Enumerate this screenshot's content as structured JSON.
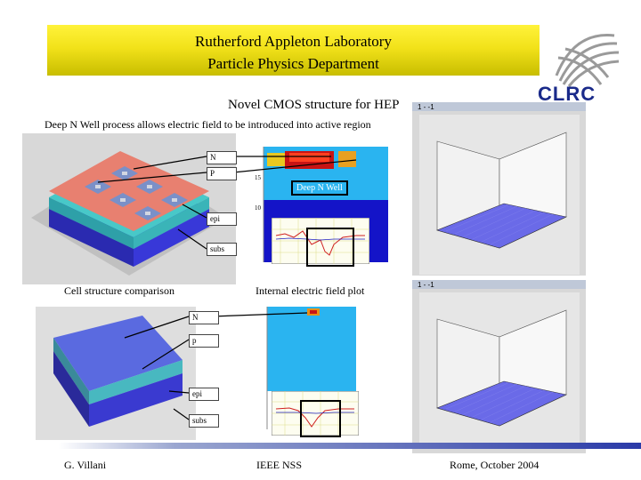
{
  "header": {
    "line1": "Rutherford Appleton Laboratory",
    "line2": "Particle Physics Department"
  },
  "logo": {
    "text": "CLRC",
    "icon": "clrc-globe-logo"
  },
  "slide": {
    "title": "Novel CMOS structure for HEP",
    "note": "Deep N Well process allows electric field to be introduced into active region"
  },
  "top_panel": {
    "layer_labels": [
      "N",
      "P",
      "epi",
      "subs"
    ],
    "deep_well_label": "Deep N Well",
    "axis_ticks": [
      "15",
      "10"
    ],
    "plot_title": "1 - -1"
  },
  "bottom_panel": {
    "layer_labels": [
      "N",
      "p",
      "epi",
      "subs"
    ],
    "plot_title": "1 - -1"
  },
  "captions": {
    "left": "Cell structure comparison",
    "right": "Internal electric field plot"
  },
  "footer": {
    "author": "G. Villani",
    "venue": "IEEE NSS",
    "date": "Rome, October 2004"
  },
  "colors": {
    "banner": "#f2e21a",
    "brand_blue": "#1a2a8a",
    "field_cyan": "#2ab4f0",
    "field_blue": "#1414c8",
    "block_top": "#e07878",
    "block_side": "#3a3ad0"
  }
}
